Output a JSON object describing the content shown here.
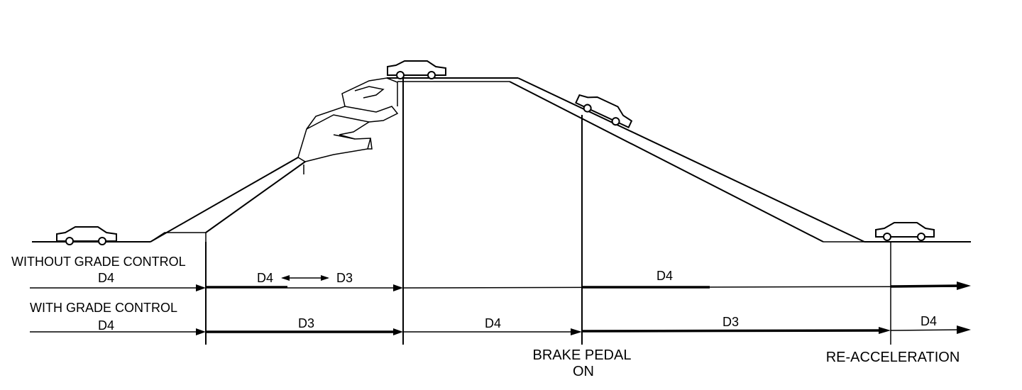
{
  "rows": {
    "without": {
      "title": "WITHOUT GRADE CONTROL",
      "seg_start": "D4",
      "climb_left": "D4",
      "climb_right": "D3",
      "descent": "D4"
    },
    "with": {
      "title": "WITH GRADE CONTROL",
      "seg_start": "D4",
      "climb": "D3",
      "top": "D4",
      "descent": "D3",
      "end": "D4"
    }
  },
  "events": {
    "brake_line1": "BRAKE PEDAL",
    "brake_line2": "ON",
    "reaccel": "RE-ACCELERATION"
  }
}
